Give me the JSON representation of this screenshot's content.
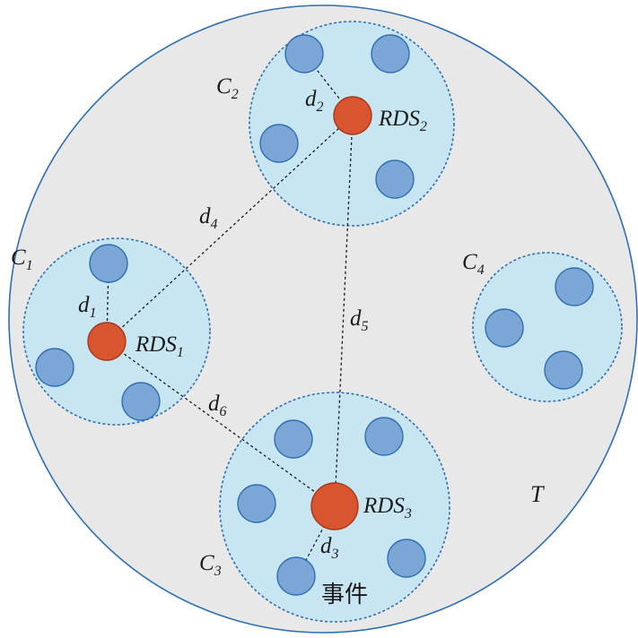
{
  "colors": {
    "background_area": "#e8e8e8",
    "outer_border": "#2e6fb3",
    "cluster_fill": "#c7e6f2",
    "cluster_border": "#2e6fb3",
    "node_fill": "#7ba6d6",
    "node_border": "#2e6fb3",
    "rds_fill": "#d8552f",
    "rds_border": "#a8371a",
    "line": "#1a1a1a"
  },
  "area_label": {
    "main": "T"
  },
  "event_label": "事件",
  "clusters": [
    {
      "id": "C1",
      "label": {
        "main": "C",
        "sub": "1"
      }
    },
    {
      "id": "C2",
      "label": {
        "main": "C",
        "sub": "2"
      }
    },
    {
      "id": "C3",
      "label": {
        "main": "C",
        "sub": "3"
      }
    },
    {
      "id": "C4",
      "label": {
        "main": "C",
        "sub": "4"
      }
    }
  ],
  "rds": [
    {
      "id": "RDS1",
      "label": {
        "main": "RDS",
        "sub": "1"
      }
    },
    {
      "id": "RDS2",
      "label": {
        "main": "RDS",
        "sub": "2"
      }
    },
    {
      "id": "RDS3",
      "label": {
        "main": "RDS",
        "sub": "3"
      }
    }
  ],
  "distances": [
    {
      "id": "d1",
      "label": {
        "main": "d",
        "sub": "1"
      }
    },
    {
      "id": "d2",
      "label": {
        "main": "d",
        "sub": "2"
      }
    },
    {
      "id": "d3",
      "label": {
        "main": "d",
        "sub": "3"
      }
    },
    {
      "id": "d4",
      "label": {
        "main": "d",
        "sub": "4"
      }
    },
    {
      "id": "d5",
      "label": {
        "main": "d",
        "sub": "5"
      }
    },
    {
      "id": "d6",
      "label": {
        "main": "d",
        "sub": "6"
      }
    }
  ]
}
